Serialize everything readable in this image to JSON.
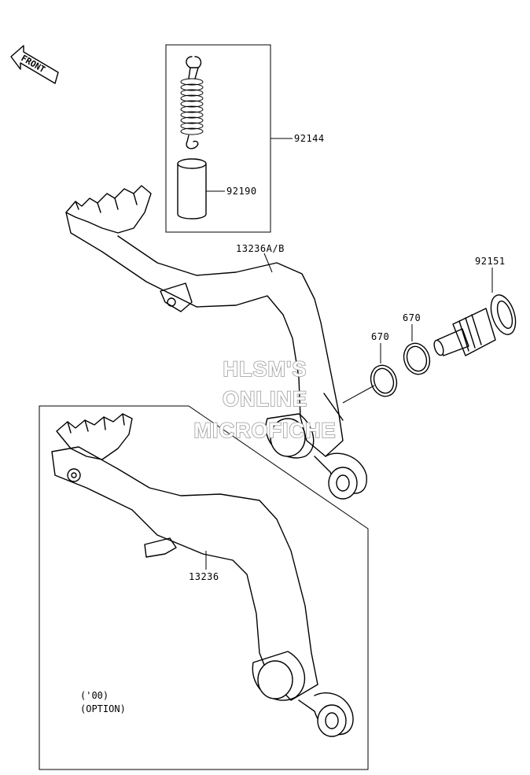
{
  "direction_label": "FRONT",
  "parts": {
    "spring": "92144",
    "collar": "92190",
    "brake_pedal_ab": "13236A/B",
    "pivot_bolt": "92151",
    "o_ring_inner": "670",
    "o_ring_outer": "670",
    "brake_pedal_option": "13236"
  },
  "option_note": {
    "line1": "('00)",
    "line2": "(OPTION)"
  },
  "watermark": {
    "line1": "HLSM'S",
    "line2": "ONLINE",
    "line3": "MICROFICHE"
  }
}
